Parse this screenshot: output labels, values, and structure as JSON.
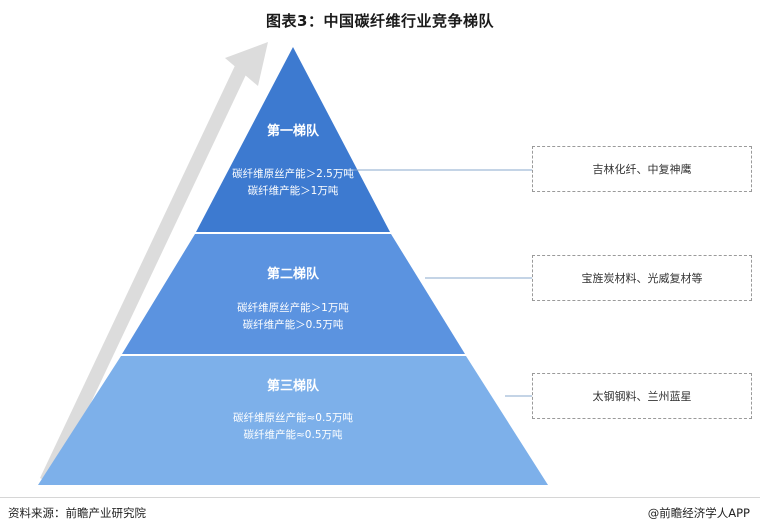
{
  "title": "图表3：中国碳纤维行业竞争梯队",
  "tiers": [
    {
      "name": "第一梯队",
      "lines": [
        "碳纤维原丝产能＞2.5万吨",
        "碳纤维产能＞1万吨"
      ],
      "companies": "吉林化纤、中复神鹰",
      "color": "#3d7ad0"
    },
    {
      "name": "第二梯队",
      "lines": [
        "碳纤维原丝产能＞1万吨",
        "碳纤维产能＞0.5万吨"
      ],
      "companies": "宝旌炭材料、光威复材等",
      "color": "#5b93e0"
    },
    {
      "name": "第三梯队",
      "lines": [
        "碳纤维原丝产能≈0.5万吨",
        "碳纤维产能≈0.5万吨"
      ],
      "companies": "太钢钢料、兰州蓝星",
      "color": "#7db0ea"
    }
  ],
  "footer": {
    "source": "资料来源：前瞻产业研究院",
    "brand": "@前瞻经济学人APP"
  },
  "colors": {
    "arrow": "#dcdcdc",
    "connector": "#8aa8cc",
    "box_border": "#9a9a9a"
  }
}
